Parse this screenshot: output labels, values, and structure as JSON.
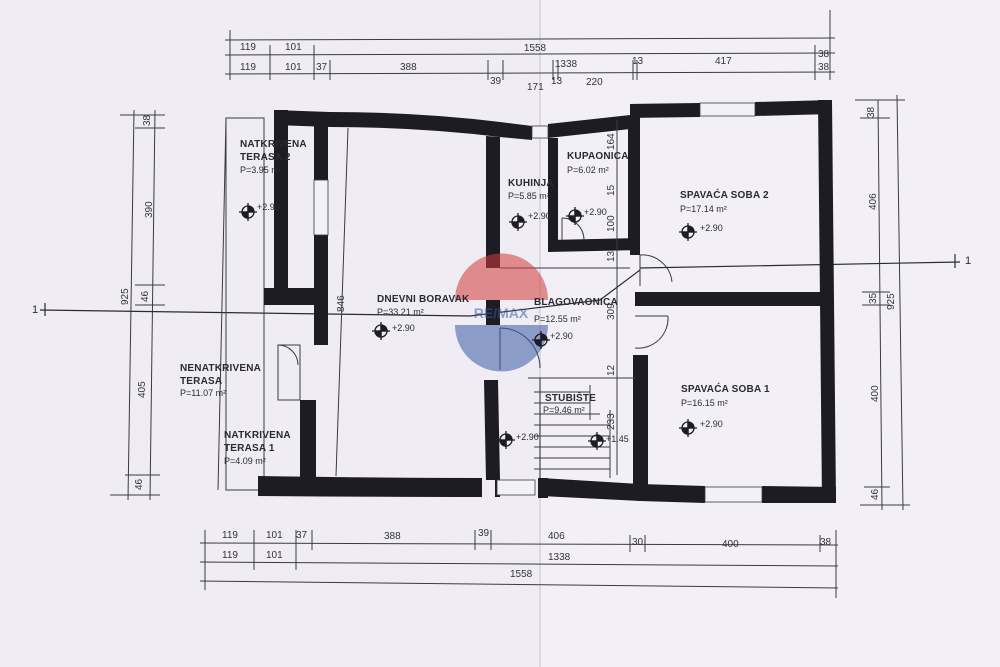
{
  "dimensions": {
    "top_total": "1558",
    "top_row2": [
      "119",
      "101",
      "1338",
      "38"
    ],
    "top_row3": [
      "119",
      "101",
      "37",
      "388",
      "39",
      "171",
      "13",
      "220",
      "13",
      "417",
      "38"
    ],
    "bottom_row1": [
      "119",
      "101",
      "37",
      "388",
      "39",
      "406",
      "30",
      "400",
      "38"
    ],
    "bottom_row2": [
      "119",
      "101",
      "1338"
    ],
    "bottom_total": "1558",
    "left_inner": [
      "38",
      "390",
      "46",
      "405",
      "46"
    ],
    "left_total": "925",
    "left_846": "846",
    "right_inner": [
      "38",
      "406",
      "35",
      "400",
      "46"
    ],
    "right_total": "925",
    "mid_vertical": [
      "164",
      "15",
      "100",
      "13",
      "309",
      "12",
      "233"
    ]
  },
  "rooms": {
    "terasa2": {
      "name1": "NATKRIVENA",
      "name2": "TERASA 2",
      "area": "P=3.95 m²",
      "elev": "+2.90"
    },
    "nenatkrivena": {
      "name1": "NENATKRIVENA",
      "name2": "TERASA",
      "area": "P=11.07 m²"
    },
    "terasa1": {
      "name1": "NATKRIVENA",
      "name2": "TERASA 1",
      "area": "P=4.09 m²"
    },
    "dnevni": {
      "name": "DNEVNI BORAVAK",
      "area": "P=33.21 m²",
      "elev": "+2.90"
    },
    "kuhinja": {
      "name": "KUHINJA",
      "area": "P=5.85 m²",
      "elev": "+2.90"
    },
    "kupaonica": {
      "name": "KUPAONICA",
      "area": "P=6.02 m²",
      "elev": "+2.90"
    },
    "blagovaonica": {
      "name": "BLAGOVAONICA",
      "area": "P=12.55 m²",
      "elev": "+2.90"
    },
    "stubiste": {
      "name": "STUBIŠTE",
      "area": "P=9.46 m²",
      "elev1": "+2.90",
      "elev2": "+1.45"
    },
    "soba2": {
      "name": "SPAVAĆA SOBA 2",
      "area": "P=17.14 m²",
      "elev": "+2.90"
    },
    "soba1": {
      "name": "SPAVAĆA SOBA 1",
      "area": "P=16.15 m²",
      "elev": "+2.90"
    }
  },
  "section": {
    "left": "1",
    "right": "1"
  },
  "watermark": "RE/MAX",
  "colors": {
    "paper": "#efedf3",
    "wall": "#1d1c24",
    "line": "#3a3a44",
    "watermark_red": "#d23a3a",
    "watermark_blue": "#3a5aa8"
  }
}
